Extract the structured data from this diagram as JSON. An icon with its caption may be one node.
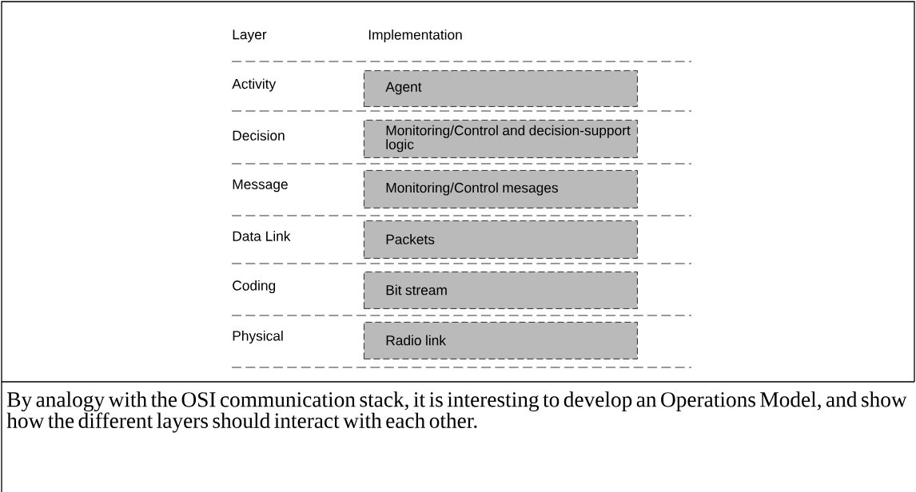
{
  "diagram": {
    "caption": "By analogy with the OSI communication stack, it is interesting to develop an Operations Model, and show how the different layers should interact with each other.",
    "nodes": [
      {
        "text": [
          "Agent"
        ]
      },
      {
        "text": [
          "Monitoring/Control and decision-support logic"
        ]
      },
      {
        "text": [
          "Monitoring/Control mesages"
        ]
      },
      {
        "text": [
          "Packets"
        ]
      },
      {
        "text": [
          "Bit stream"
        ]
      },
      {
        "text": [
          "Radio link"
        ]
      }
    ],
    "labels": [
      "Layer",
      "Implementation",
      "Activity",
      "Decision",
      "Message",
      "Data Link",
      "Coding",
      "Physical"
    ]
  }
}
